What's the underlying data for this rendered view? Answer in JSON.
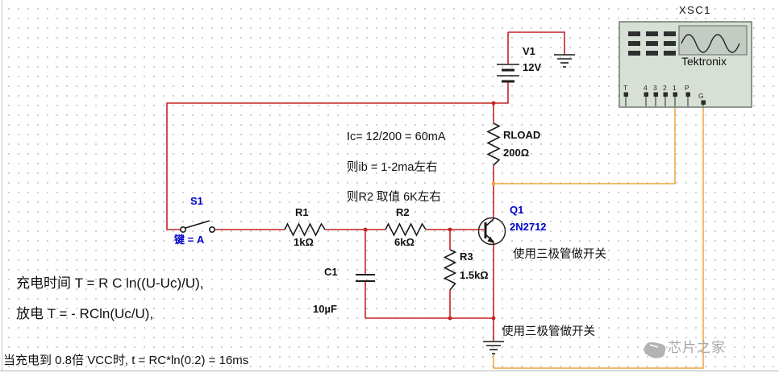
{
  "instrument": {
    "ref": "XSC1",
    "brand": "Tektronix",
    "terminals": [
      "T",
      "4",
      "3",
      "2",
      "1",
      "P",
      "G"
    ]
  },
  "components": {
    "v1": {
      "ref": "V1",
      "value": "12V"
    },
    "rload": {
      "ref": "RLOAD",
      "value": "200Ω"
    },
    "r1": {
      "ref": "R1",
      "value": "1kΩ"
    },
    "r2": {
      "ref": "R2",
      "value": "6kΩ"
    },
    "r3": {
      "ref": "R3",
      "value": "1.5kΩ"
    },
    "c1": {
      "ref": "C1",
      "value": "10µF"
    },
    "q1": {
      "ref": "Q1",
      "value": "2N2712"
    },
    "s1": {
      "ref": "S1",
      "value": "键 = A"
    }
  },
  "annotations": {
    "ic_calc": "Ic= 12/200 = 60mA",
    "ib_calc": "则ib = 1-2ma左右",
    "r2_calc": "则R2 取值 6K左右",
    "switch_note_top": "使用三极管做开关",
    "switch_note_bottom": "使用三极管做开关",
    "charge_formula": "充电时间 T = R C ln((U-Uc)/U),",
    "discharge_formula": "放电 T = - RCln(Uc/U),",
    "time_note": "当充电到 0.8倍 VCC时, t = RC*ln(0.2) = 16ms"
  },
  "watermark": {
    "text": "芯片之家"
  },
  "colors": {
    "wire": "#c62222",
    "probe_wire": "#efa43c",
    "component": "#1a1a1a",
    "label_blue": "#0202cd",
    "label_dark": "#111111"
  }
}
